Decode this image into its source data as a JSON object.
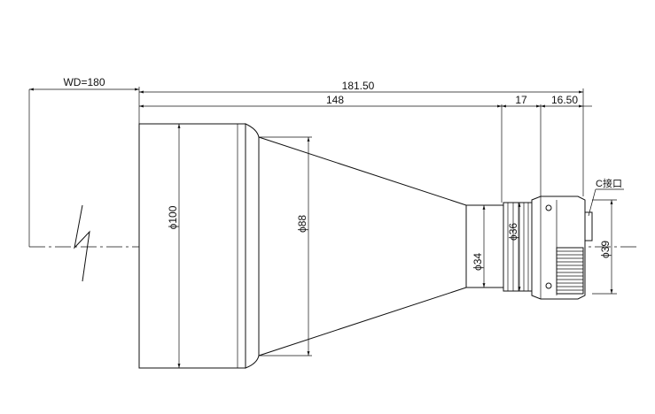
{
  "drawing": {
    "line_color": "#111111",
    "background": "#ffffff",
    "dimensions": {
      "wd": "WD=180",
      "total_length": "181.50",
      "body_length": "148",
      "mid_length": "17",
      "mount_length": "16.50",
      "dia_100": "ϕ100",
      "dia_88": "ϕ88",
      "dia_34": "ϕ34",
      "dia_36": "ϕ36",
      "dia_39": "ϕ39"
    },
    "callouts": {
      "mount": "C接口"
    }
  }
}
